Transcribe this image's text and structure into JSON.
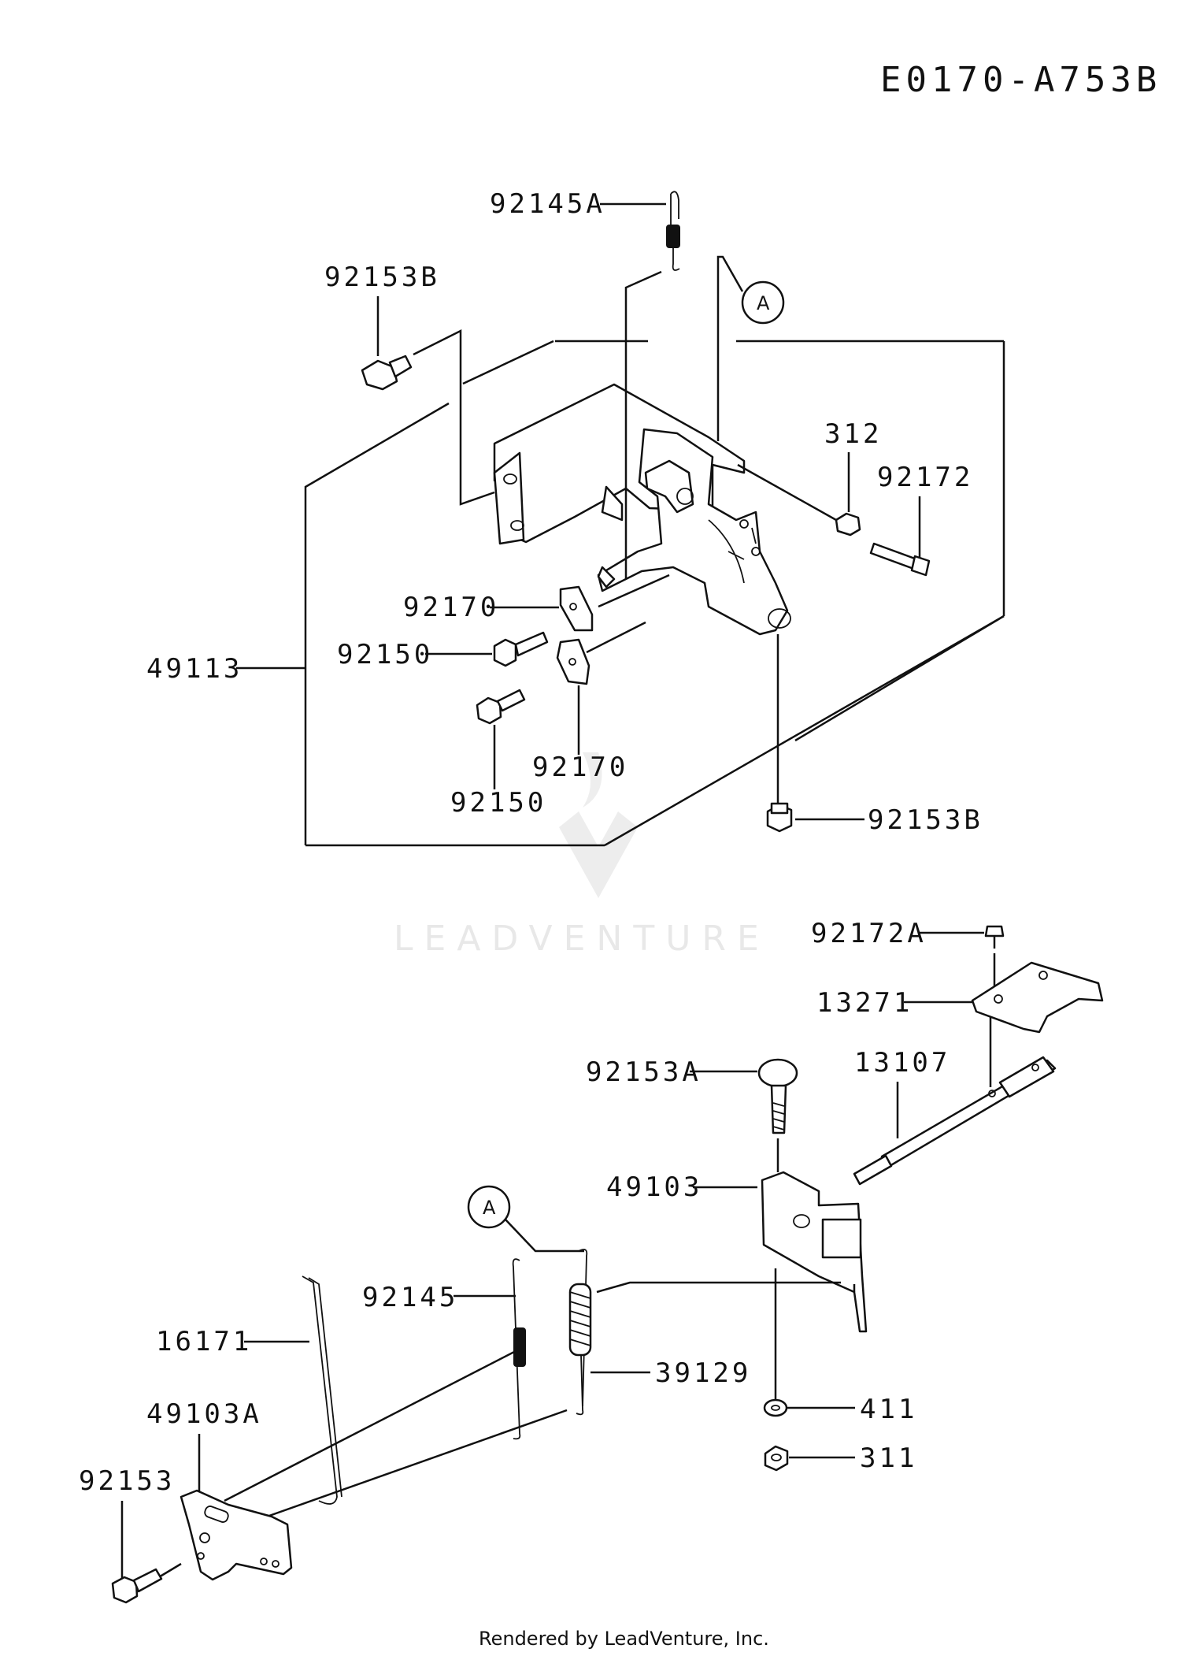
{
  "diagram_code": "E0170-A753B",
  "footer": "Rendered by LeadVenture, Inc.",
  "watermark": "LEADVENTURE",
  "callout_marker": "A",
  "parts": {
    "p92145A": "92145A",
    "p92153B_top": "92153B",
    "p312": "312",
    "p92172": "92172",
    "p92170_a": "92170",
    "p92150_a": "92150",
    "p49113": "49113",
    "p92170_b": "92170",
    "p92150_b": "92150",
    "p92153B_bot": "92153B",
    "p92172A": "92172A",
    "p13271": "13271",
    "p92153A": "92153A",
    "p13107": "13107",
    "p49103": "49103",
    "p92145": "92145",
    "p16171": "16171",
    "p39129": "39129",
    "p49103A": "49103A",
    "p411": "411",
    "p311": "311",
    "p92153": "92153"
  }
}
